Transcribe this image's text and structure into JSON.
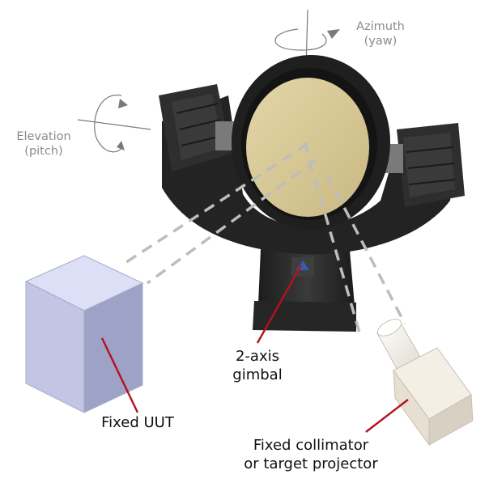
{
  "labels": {
    "azimuth_line1": "Azimuth",
    "azimuth_line2": "(yaw)",
    "elevation_line1": "Elevation",
    "elevation_line2": "(pitch)",
    "gimbal_line1": "2-axis",
    "gimbal_line2": "gimbal",
    "uut": "Fixed UUT",
    "collimator_line1": "Fixed collimator",
    "collimator_line2": "or target projector"
  },
  "colors": {
    "gimbal_body": "#2b2b2b",
    "mirror": "#d8c896",
    "uut_cube": "#b9bdde",
    "projector": "#f1ece2",
    "callout_line": "#b3121c",
    "beam": "#bdbdbd",
    "axis_text": "#8a8a8a"
  }
}
